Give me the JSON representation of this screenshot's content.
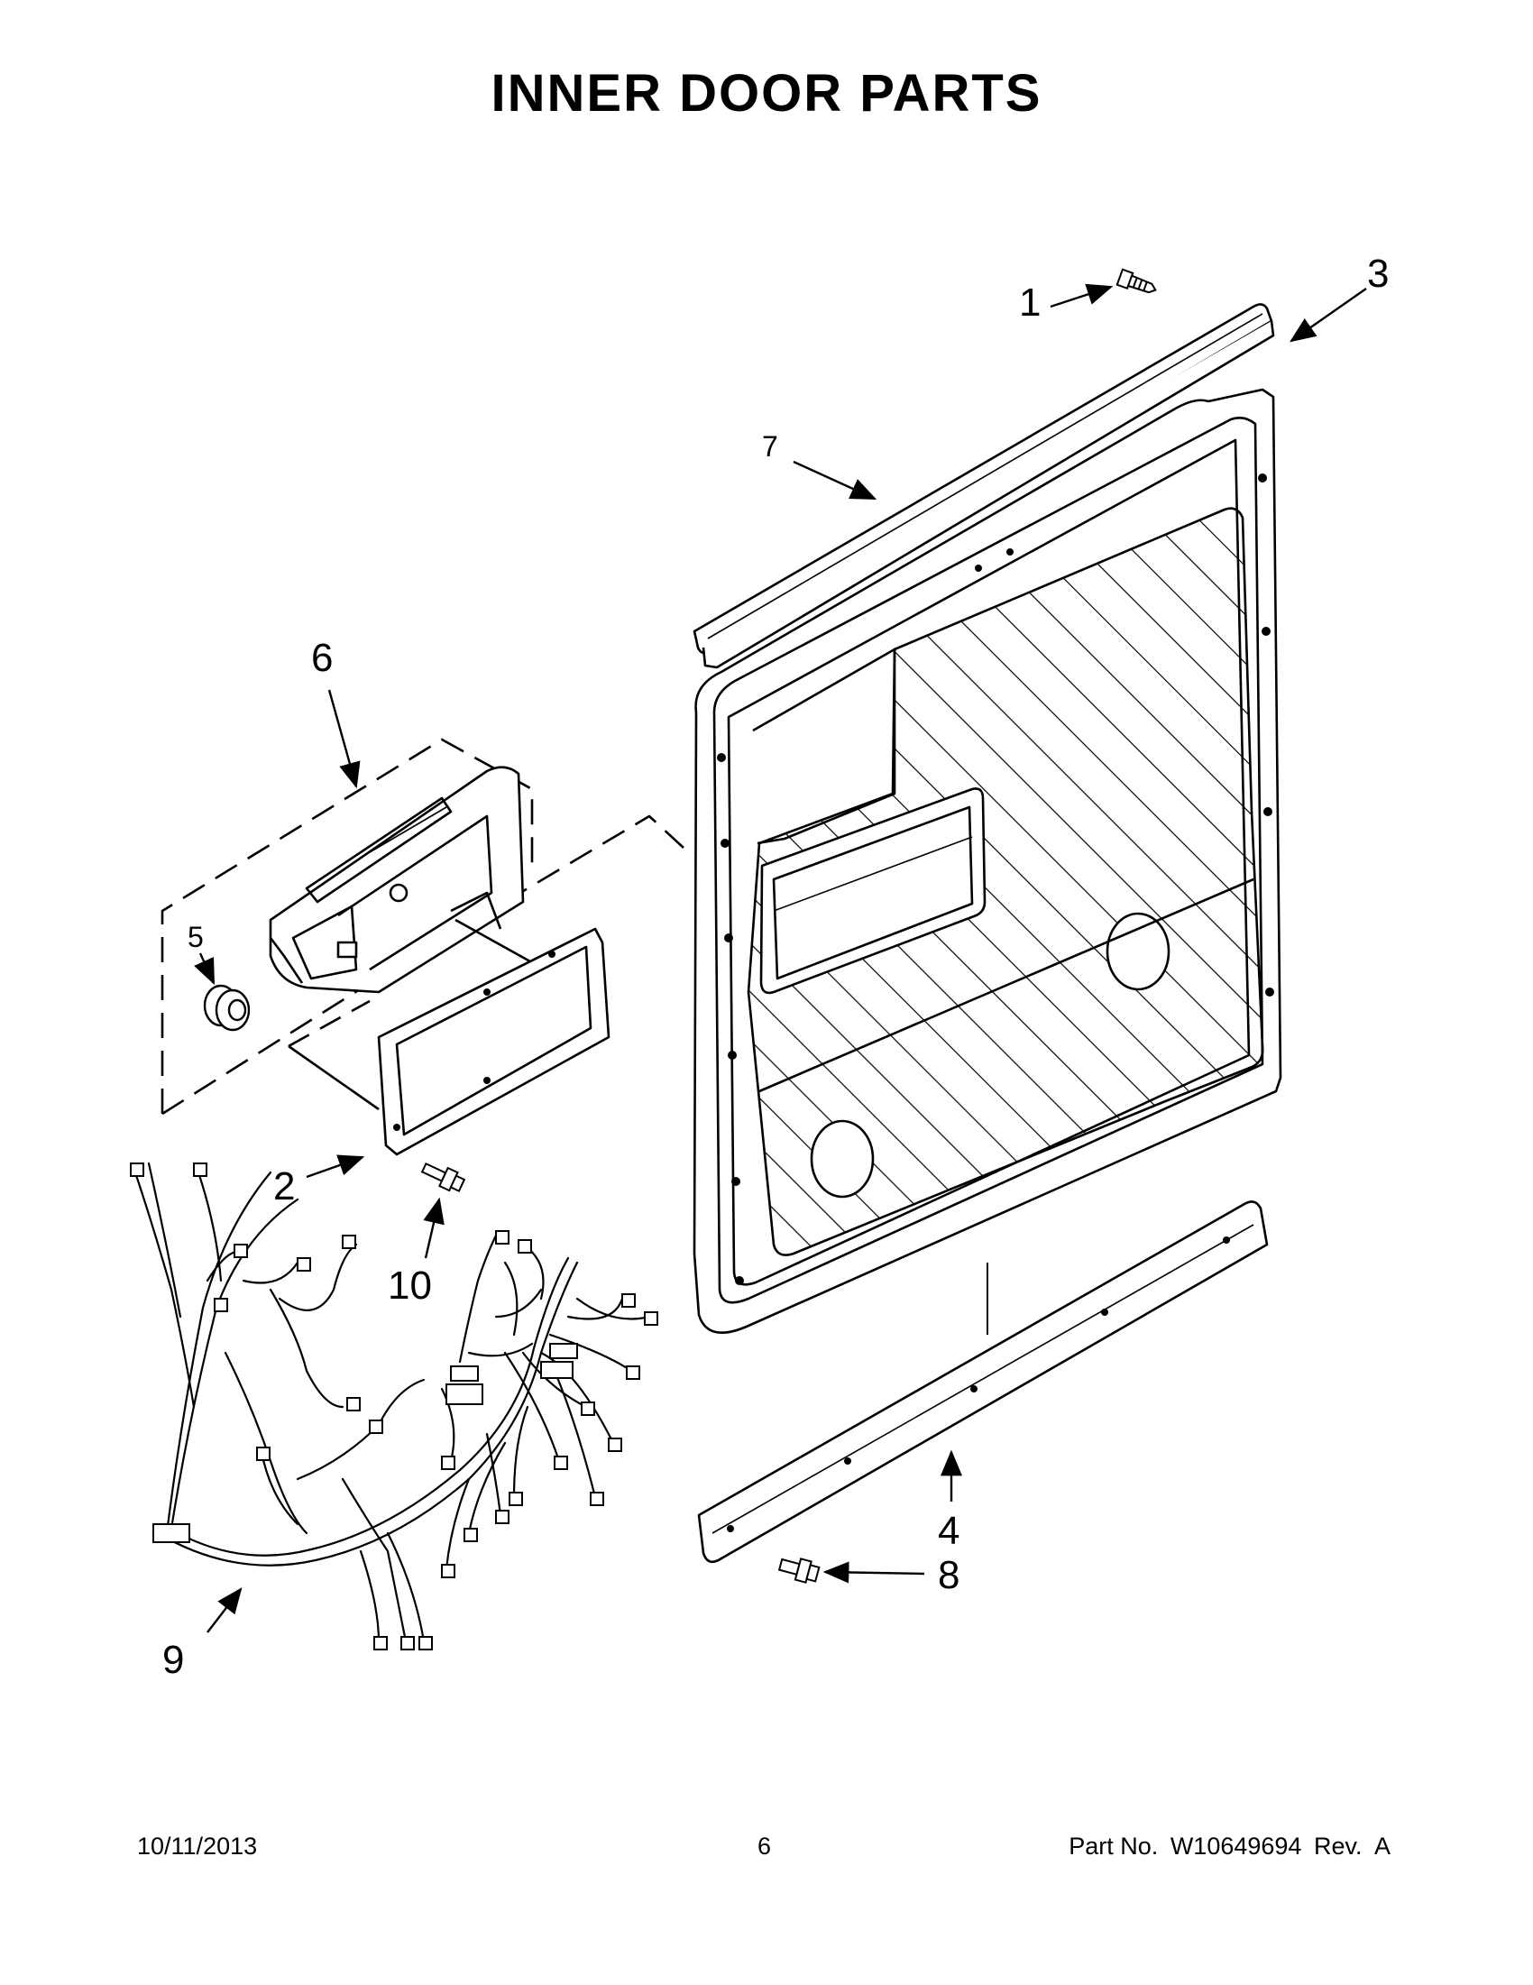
{
  "title": "INNER DOOR PARTS",
  "callouts": {
    "c1": "1",
    "c2": "2",
    "c3": "3",
    "c4": "4",
    "c5": "5",
    "c6": "6",
    "c7": "7",
    "c8": "8",
    "c9": "9",
    "c10": "10"
  },
  "footer": {
    "date": "10/11/2013",
    "page": "6",
    "part_label": "Part No.",
    "part_number": "W10649694",
    "revision": "Rev.  A"
  }
}
